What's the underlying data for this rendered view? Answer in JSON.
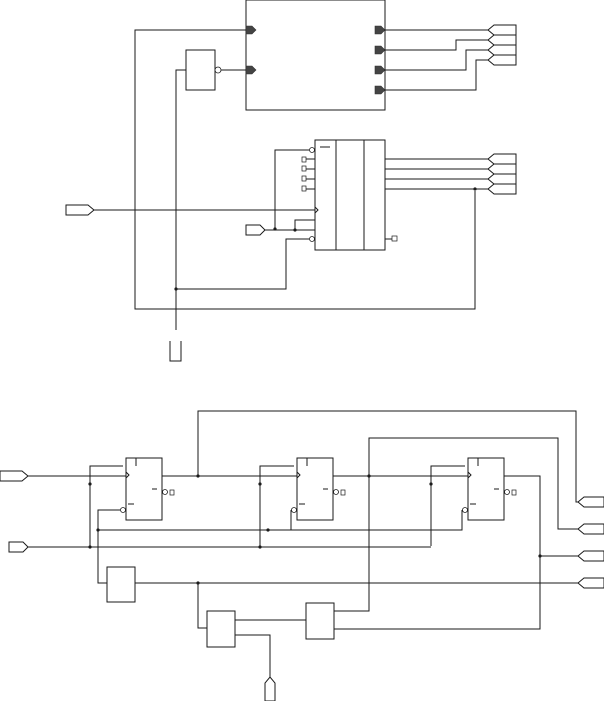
{
  "diagram": {
    "kind": "logic schematic",
    "colors": {
      "line": "#1a1a1a",
      "pin": "#444444",
      "background": "#ffffff"
    },
    "upper_circuit": {
      "blocks": [
        "large-block",
        "inverter-gate",
        "register-block"
      ],
      "input_ports": 2,
      "output_ports": 8
    },
    "lower_circuit": {
      "blocks": [
        "flip-flop-1",
        "flip-flop-2",
        "flip-flop-3",
        "gate-a",
        "gate-b",
        "gate-c"
      ],
      "input_ports": 3,
      "output_ports": 4
    }
  }
}
